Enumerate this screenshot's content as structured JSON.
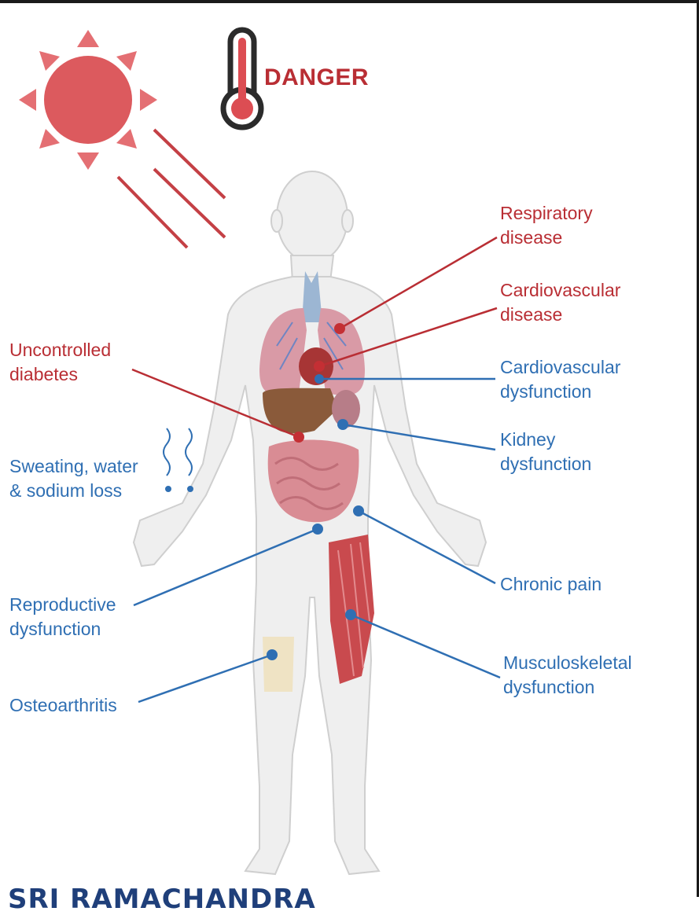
{
  "header": {
    "danger_label": "DANGER"
  },
  "labels": {
    "respiratory": [
      "Respiratory",
      "disease"
    ],
    "cardiovascular_disease": [
      "Cardiovascular",
      "disease"
    ],
    "uncontrolled_diabetes": [
      "Uncontrolled",
      "diabetes"
    ],
    "cardiovascular_dysfunction": [
      "Cardiovascular",
      "dysfunction"
    ],
    "kidney": [
      "Kidney",
      "dysfunction"
    ],
    "sweating": [
      "Sweating, water",
      "& sodium loss"
    ],
    "chronic_pain": [
      "Chronic pain"
    ],
    "reproductive": [
      "Reproductive",
      "dysfunction"
    ],
    "musculoskeletal": [
      "Musculoskeletal",
      "dysfunction"
    ],
    "osteoarthritis": [
      "Osteoarthritis"
    ]
  },
  "footer": {
    "brand": "SRI RAMACHANDRA"
  },
  "colors": {
    "danger_red": "#b92e34",
    "effect_blue": "#2f6fb3",
    "sun": "#dc5a5e",
    "body": "#eeeeee"
  },
  "icons": [
    "sun-icon",
    "thermometer-icon",
    "sweat-drops-icon",
    "human-body-icon"
  ]
}
